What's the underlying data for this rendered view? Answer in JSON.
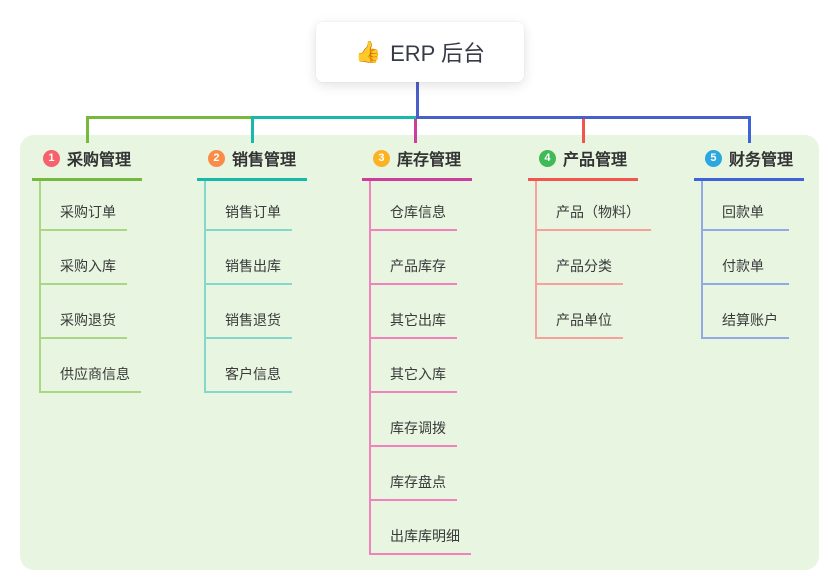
{
  "root": {
    "icon": "👍",
    "label": "ERP 后台"
  },
  "connector_color": "#4A5FC9",
  "panel_bg": "#E7F5E1",
  "branches": [
    {
      "num": "1",
      "label": "采购管理",
      "badge_color": "#F5626C",
      "line_color": "#76B93C",
      "child_line_color": "#A9D785",
      "children": [
        "采购订单",
        "采购入库",
        "采购退货",
        "供应商信息"
      ]
    },
    {
      "num": "2",
      "label": "销售管理",
      "badge_color": "#FB8C47",
      "line_color": "#17B9A8",
      "child_line_color": "#85D6CB",
      "children": [
        "销售订单",
        "销售出库",
        "销售退货",
        "客户信息"
      ]
    },
    {
      "num": "3",
      "label": "库存管理",
      "badge_color": "#FBB324",
      "line_color": "#CE3D9C",
      "child_line_color": "#F083BE",
      "children": [
        "仓库信息",
        "产品库存",
        "其它出库",
        "其它入库",
        "库存调拨",
        "库存盘点",
        "出库库明细"
      ]
    },
    {
      "num": "4",
      "label": "产品管理",
      "badge_color": "#40B957",
      "line_color": "#F2544E",
      "child_line_color": "#F8A09B",
      "children": [
        "产品（物料）",
        "产品分类",
        "产品单位"
      ]
    },
    {
      "num": "5",
      "label": "财务管理",
      "badge_color": "#2BA8DF",
      "line_color": "#3E63D8",
      "child_line_color": "#92A9E6",
      "children": [
        "回款单",
        "付款单",
        "结算账户"
      ]
    }
  ]
}
